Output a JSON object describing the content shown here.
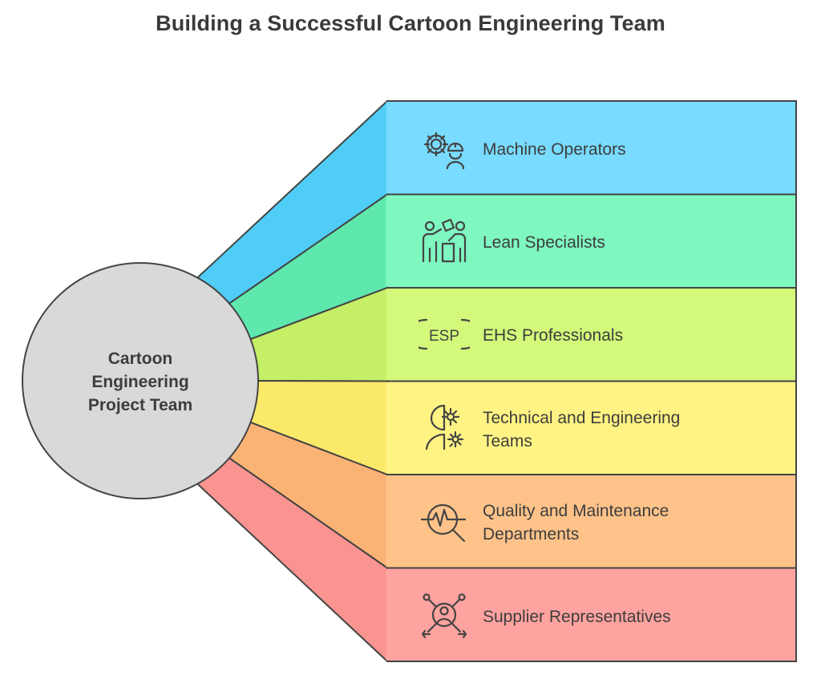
{
  "title": "Building a Successful Cartoon Engineering Team",
  "center": {
    "lines": [
      "Cartoon",
      "Engineering",
      "Project Team"
    ],
    "fill": "#d9d9d9"
  },
  "items": [
    {
      "lines": [
        "Machine Operators"
      ],
      "icon": "gear-worker-icon",
      "fill": "#78dbff",
      "wedge": "#4fcdf6"
    },
    {
      "lines": [
        "Lean Specialists"
      ],
      "icon": "collaborating-people-icon",
      "fill": "#7ff7c0",
      "wedge": "#5ee8ad"
    },
    {
      "lines": [
        "EHS Professionals"
      ],
      "icon": "esp-badge-icon",
      "icon_text": "ESP",
      "fill": "#d3f87a",
      "wedge": "#c4ef66"
    },
    {
      "lines": [
        "Technical and Engineering",
        "Teams"
      ],
      "icon": "head-gears-icon",
      "fill": "#fff383",
      "wedge": "#fbe96a"
    },
    {
      "lines": [
        "Quality and Maintenance",
        "Departments"
      ],
      "icon": "pulse-magnifier-icon",
      "fill": "#ffc38a",
      "wedge": "#fbb375"
    },
    {
      "lines": [
        "Supplier Representatives"
      ],
      "icon": "network-person-icon",
      "fill": "#ffa3a0",
      "wedge": "#f99490"
    }
  ]
}
